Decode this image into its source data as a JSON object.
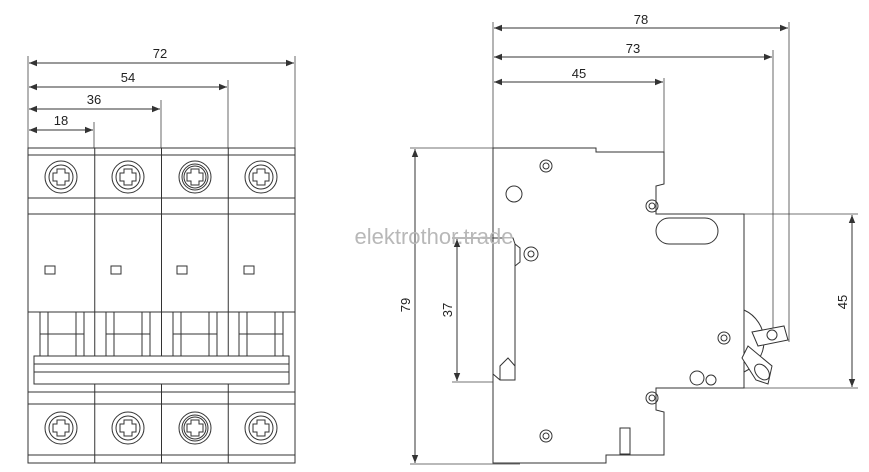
{
  "front_view": {
    "dims": {
      "d72": "72",
      "d54": "54",
      "d36": "36",
      "d18": "18"
    }
  },
  "side_view": {
    "dims": {
      "d78": "78",
      "d73": "73",
      "d45_top": "45",
      "d79": "79",
      "d37": "37",
      "d45_right": "45"
    }
  },
  "watermark": "elektrothor.trade"
}
